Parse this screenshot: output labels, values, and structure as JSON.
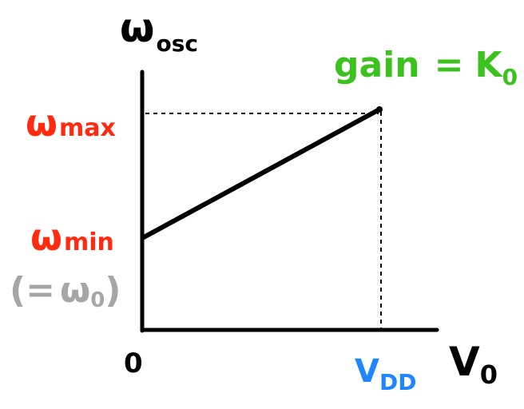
{
  "y_axis": {
    "symbol": "ω",
    "subscript": "osc"
  },
  "x_axis": {
    "symbol": "V",
    "subscript": "0"
  },
  "origin_label": "0",
  "w_max": {
    "symbol": "ω",
    "subscript": "max",
    "color": "#ff2a10"
  },
  "w_min": {
    "symbol": "ω",
    "subscript": "min",
    "color": "#ff2a10"
  },
  "w_min_note": {
    "prefix": "(=",
    "symbol": "ω",
    "subscript": "0",
    "suffix": ")",
    "color": "#a6a6a6"
  },
  "vdd": {
    "symbol": "V",
    "subscript": "DD",
    "color": "#1f86ff"
  },
  "gain": {
    "text": "gain",
    "equals": "=",
    "symbol": "K",
    "subscript": "0",
    "color": "#3cc21f"
  },
  "colors": {
    "axis": "#000000",
    "line": "#000000",
    "guide": "#000000"
  }
}
